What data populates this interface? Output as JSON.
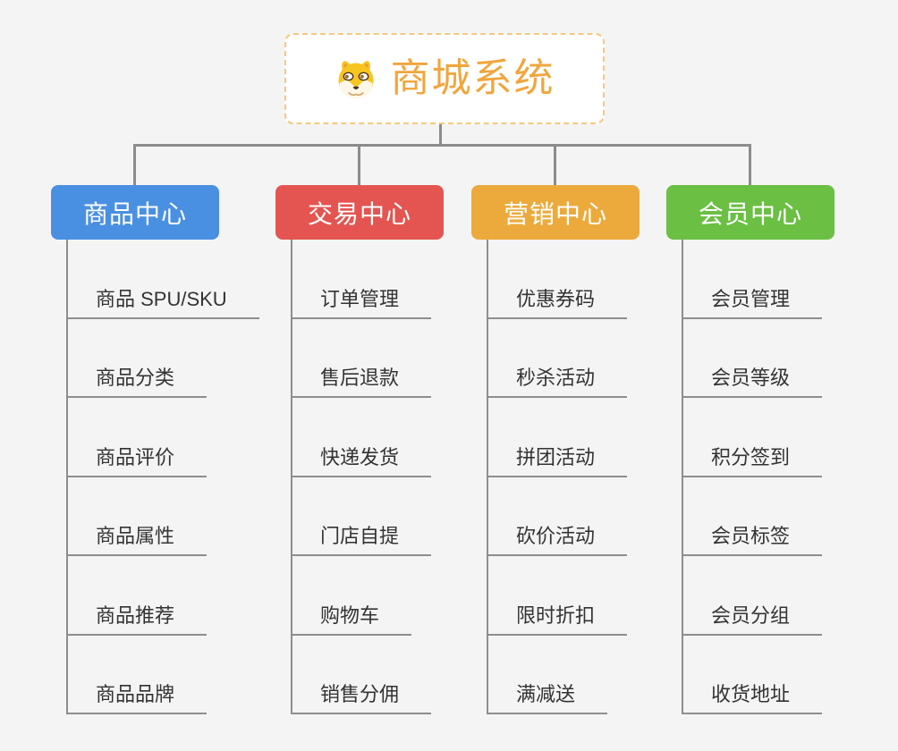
{
  "app": {
    "type": "mind-map"
  },
  "root": {
    "title": "商城系统",
    "icon": "shiba-dog-icon"
  },
  "branches": [
    {
      "label": "商品中心",
      "color": "#4a90e2",
      "children": [
        "商品 SPU/SKU",
        "商品分类",
        "商品评价",
        "商品属性",
        "商品推荐",
        "商品品牌"
      ]
    },
    {
      "label": "交易中心",
      "color": "#e45551",
      "children": [
        "订单管理",
        "售后退款",
        "快递发货",
        "门店自提",
        "购物车",
        "销售分佣"
      ]
    },
    {
      "label": "营销中心",
      "color": "#ecaa3c",
      "children": [
        "优惠券码",
        "秒杀活动",
        "拼团活动",
        "砍价活动",
        "限时折扣",
        "满减送"
      ]
    },
    {
      "label": "会员中心",
      "color": "#6bbf43",
      "children": [
        "会员管理",
        "会员等级",
        "积分签到",
        "会员标签",
        "会员分组",
        "收货地址"
      ]
    }
  ],
  "style": {
    "background": "#f4f4f4",
    "connector_color": "#8c8c8c",
    "leaf_line_color": "#8e8e8e",
    "root_border_color": "#f5c87f",
    "root_title_color": "#f0a63e",
    "leaf_text_color": "#333333",
    "header_text_color": "#ffffff"
  }
}
